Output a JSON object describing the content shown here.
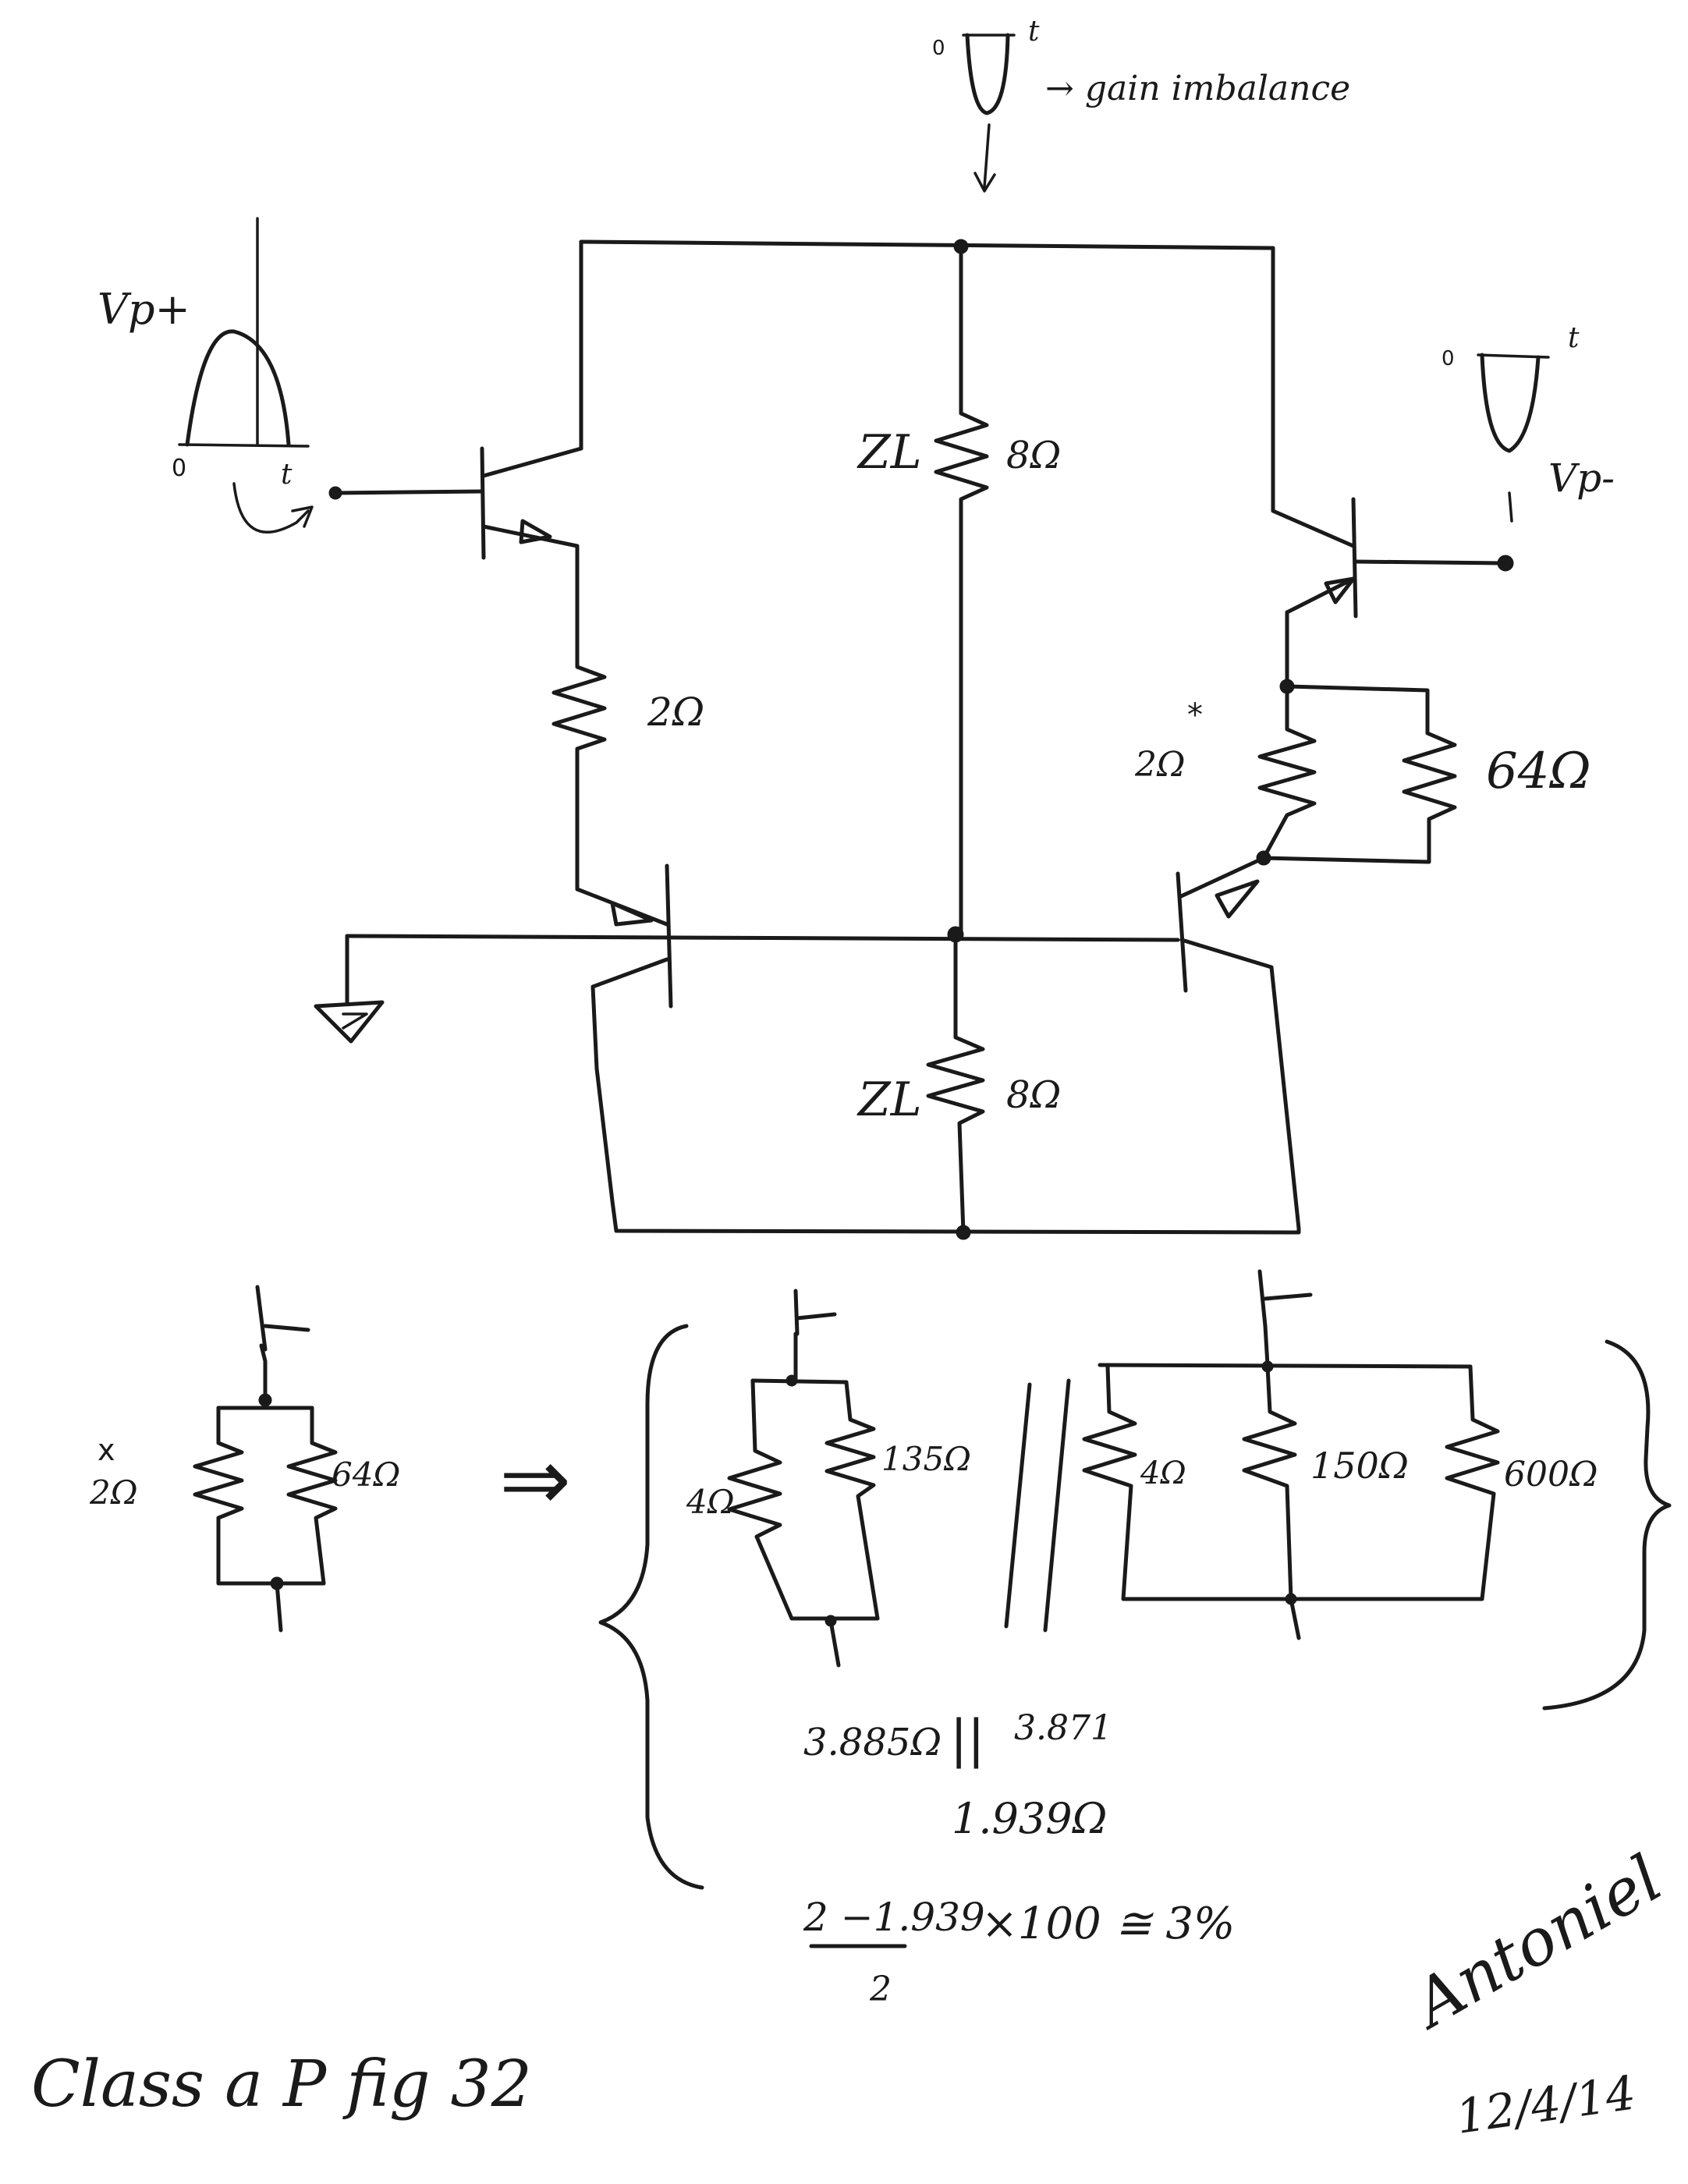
{
  "top": {
    "axis_origin": "0",
    "axis_t": "t",
    "note": "→ gain imbalance"
  },
  "left_input": {
    "label": "Vp+",
    "origin": "0",
    "t": "t"
  },
  "right_input": {
    "label": "Vp-",
    "origin": "0",
    "t": "t"
  },
  "main_circuit": {
    "zl_top": "ZL",
    "zl_top_value": "8Ω",
    "zl_bottom": "ZL",
    "zl_bottom_value": "8Ω",
    "left_emitter_resistor": "2Ω",
    "right_emitter_resistor": "2Ω",
    "right_emitter_mark": "*",
    "shunt_resistor": "64Ω"
  },
  "equivalent": {
    "mark": "x",
    "r1": "2Ω",
    "r2": "64Ω",
    "arrow": "⇒",
    "branch_a": [
      "4Ω",
      "135Ω"
    ],
    "parallel_mark": "//",
    "branch_b": [
      "4Ω",
      "150Ω",
      "600Ω"
    ]
  },
  "calc": {
    "line1_a": "3.885Ω",
    "line1_sep": "||",
    "line1_b": "3.871",
    "line2": "1.939Ω",
    "frac_num": "2 −1.939",
    "frac_den": "2",
    "frac_tail": "×100 ≅ 3%"
  },
  "signature": "Antoniel",
  "date": "12/4/14",
  "caption": "Class a P fig 32"
}
